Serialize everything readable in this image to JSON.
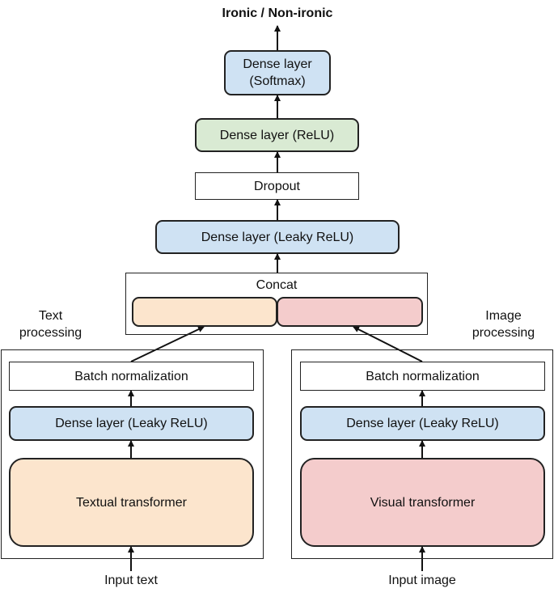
{
  "output_label": "Ironic / Non-ironic",
  "head": {
    "dense_softmax": "Dense layer\n(Softmax)",
    "dense_relu": "Dense layer (ReLU)",
    "dropout": "Dropout",
    "dense_leaky": "Dense layer (Leaky ReLU)",
    "concat": "Concat"
  },
  "text_branch": {
    "title": "Text\nprocessing",
    "batch_norm": "Batch normalization",
    "dense_leaky": "Dense layer (Leaky ReLU)",
    "transformer": "Textual transformer",
    "input": "Input text"
  },
  "image_branch": {
    "title": "Image\nprocessing",
    "batch_norm": "Batch normalization",
    "dense_leaky": "Dense layer (Leaky ReLU)",
    "transformer": "Visual transformer",
    "input": "Input image"
  },
  "colors": {
    "blue": "#cfe2f3",
    "green": "#d9ead3",
    "peach": "#fce5cd",
    "pink": "#f4cccc",
    "border": "#222222"
  }
}
